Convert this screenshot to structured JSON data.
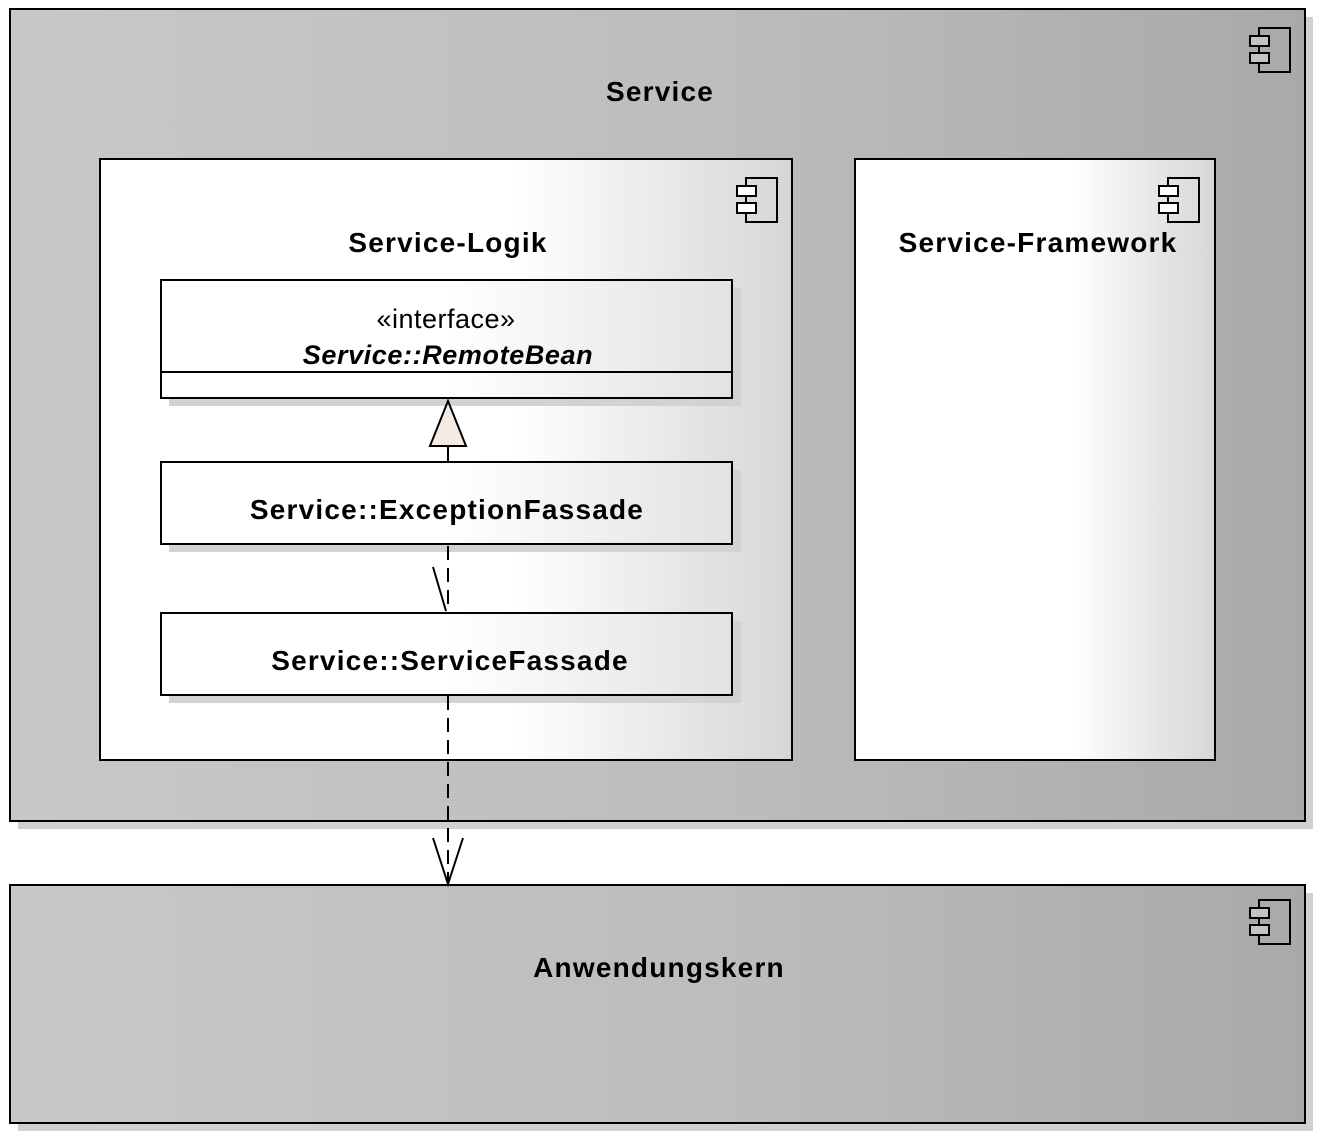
{
  "service": {
    "title": "Service"
  },
  "service_logik": {
    "title": "Service-Logik",
    "remote_bean": {
      "stereotype": "«interface»",
      "name": "Service::RemoteBean"
    },
    "exception_fassade": {
      "name": "Service::ExceptionFassade"
    },
    "service_fassade": {
      "name": "Service::ServiceFassade"
    }
  },
  "service_framework": {
    "title": "Service-Framework"
  },
  "anwendungskern": {
    "title": "Anwendungskern"
  },
  "colors": {
    "component_fill": "#c4c4c4",
    "inner_fill": "#ffffff",
    "realization_arrow": "#f5ebe3",
    "stroke": "#000000"
  }
}
